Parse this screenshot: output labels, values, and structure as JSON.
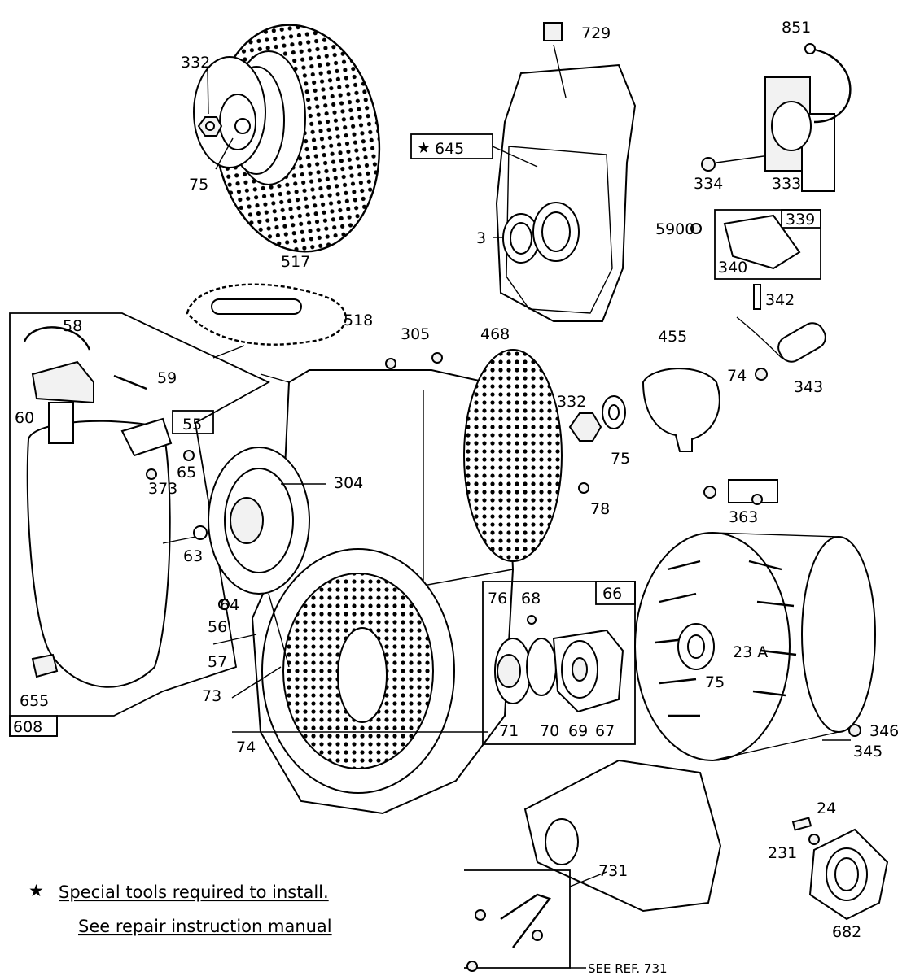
{
  "labels": {
    "p332a": "332",
    "p75a": "75",
    "p517": "517",
    "p729": "729",
    "p645": "645",
    "p3": "3",
    "p851": "851",
    "p334": "334",
    "p333": "333",
    "p5900": "5900",
    "p339": "339",
    "p340": "340",
    "p342": "342",
    "p518": "518",
    "p305": "305",
    "p468": "468",
    "p455": "455",
    "p74a": "74",
    "p343": "343",
    "p58": "58",
    "p59": "59",
    "p60": "60",
    "p55": "55",
    "p65": "65",
    "p373": "373",
    "p304": "304",
    "p63": "63",
    "p64": "64",
    "p56": "56",
    "p57": "57",
    "p332b": "332",
    "p75b": "75",
    "p78": "78",
    "p363": "363",
    "p66": "66",
    "p76": "76",
    "p68": "68",
    "p71": "71",
    "p70": "70",
    "p69": "69",
    "p67": "67",
    "p23a": "23 A",
    "p75c": "75",
    "p346": "346",
    "p345": "345",
    "p655": "655",
    "p608": "608",
    "p73": "73",
    "p74b": "74",
    "p24": "24",
    "p231": "231",
    "p682": "682",
    "p731": "731",
    "seeref": "SEE REF.  731"
  },
  "notes": {
    "star_line": "Special tools required to install.",
    "repair_line": "See repair instruction manual"
  },
  "symbols": {
    "star": "★"
  }
}
